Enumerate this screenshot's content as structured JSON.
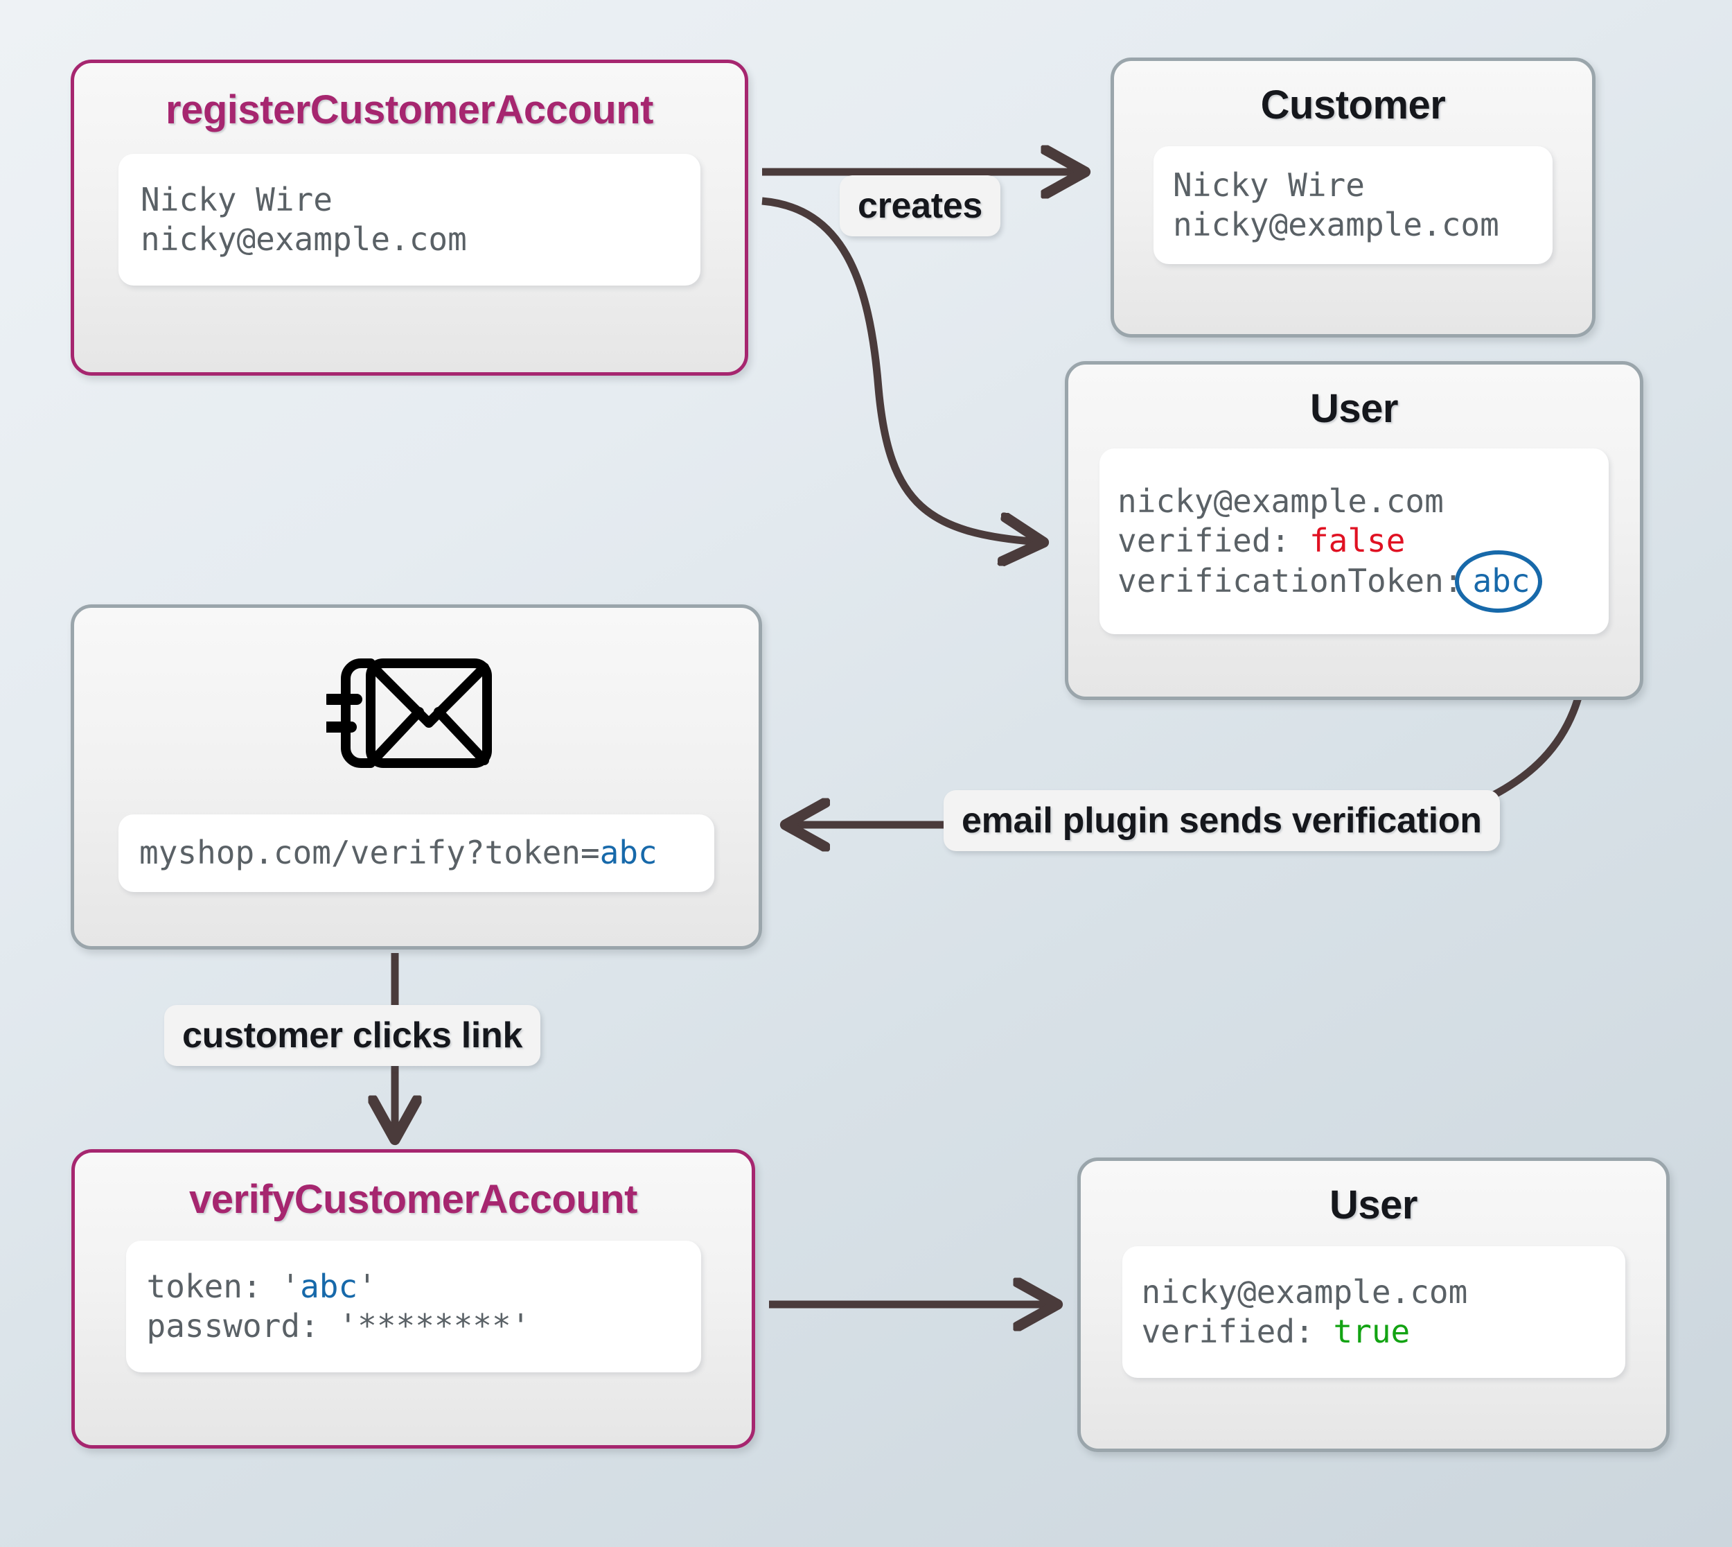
{
  "diagram": {
    "title_text_colors": {
      "accent": "#a6266f",
      "neutral": "#15171c",
      "code": "#5a6166",
      "false": "#e01122",
      "true": "#13a313",
      "token": "#1769aa",
      "edge": "#4a3b3b",
      "background_from": "#eef2f5",
      "background_to": "#ccd6dd"
    }
  },
  "nodes": {
    "register_customer_account": {
      "title": "registerCustomerAccount",
      "lines": [
        "Nicky Wire",
        "nicky@example.com"
      ]
    },
    "customer": {
      "title": "Customer",
      "lines": [
        "Nicky Wire",
        "nicky@example.com"
      ]
    },
    "user_unverified": {
      "title": "User",
      "line_email": "nicky@example.com",
      "line_verified_label": "verified: ",
      "line_verified_value": "false",
      "line_token_label": "verificationToken:",
      "line_token_value": "abc"
    },
    "email_message": {
      "icon": "envelope-send-icon",
      "url_prefix": "myshop.com/verify?token=",
      "url_token": "abc"
    },
    "verify_customer_account": {
      "title": "verifyCustomerAccount",
      "line_token_label": "token: '",
      "line_token_value": "abc",
      "line_token_suffix": "'",
      "line_password": "password: '********'"
    },
    "user_verified": {
      "title": "User",
      "line_email": "nicky@example.com",
      "line_verified_label": "verified: ",
      "line_verified_value": "true"
    }
  },
  "edges": {
    "creates": "creates",
    "email_plugin": "email plugin sends verification",
    "customer_clicks": "customer clicks link"
  }
}
